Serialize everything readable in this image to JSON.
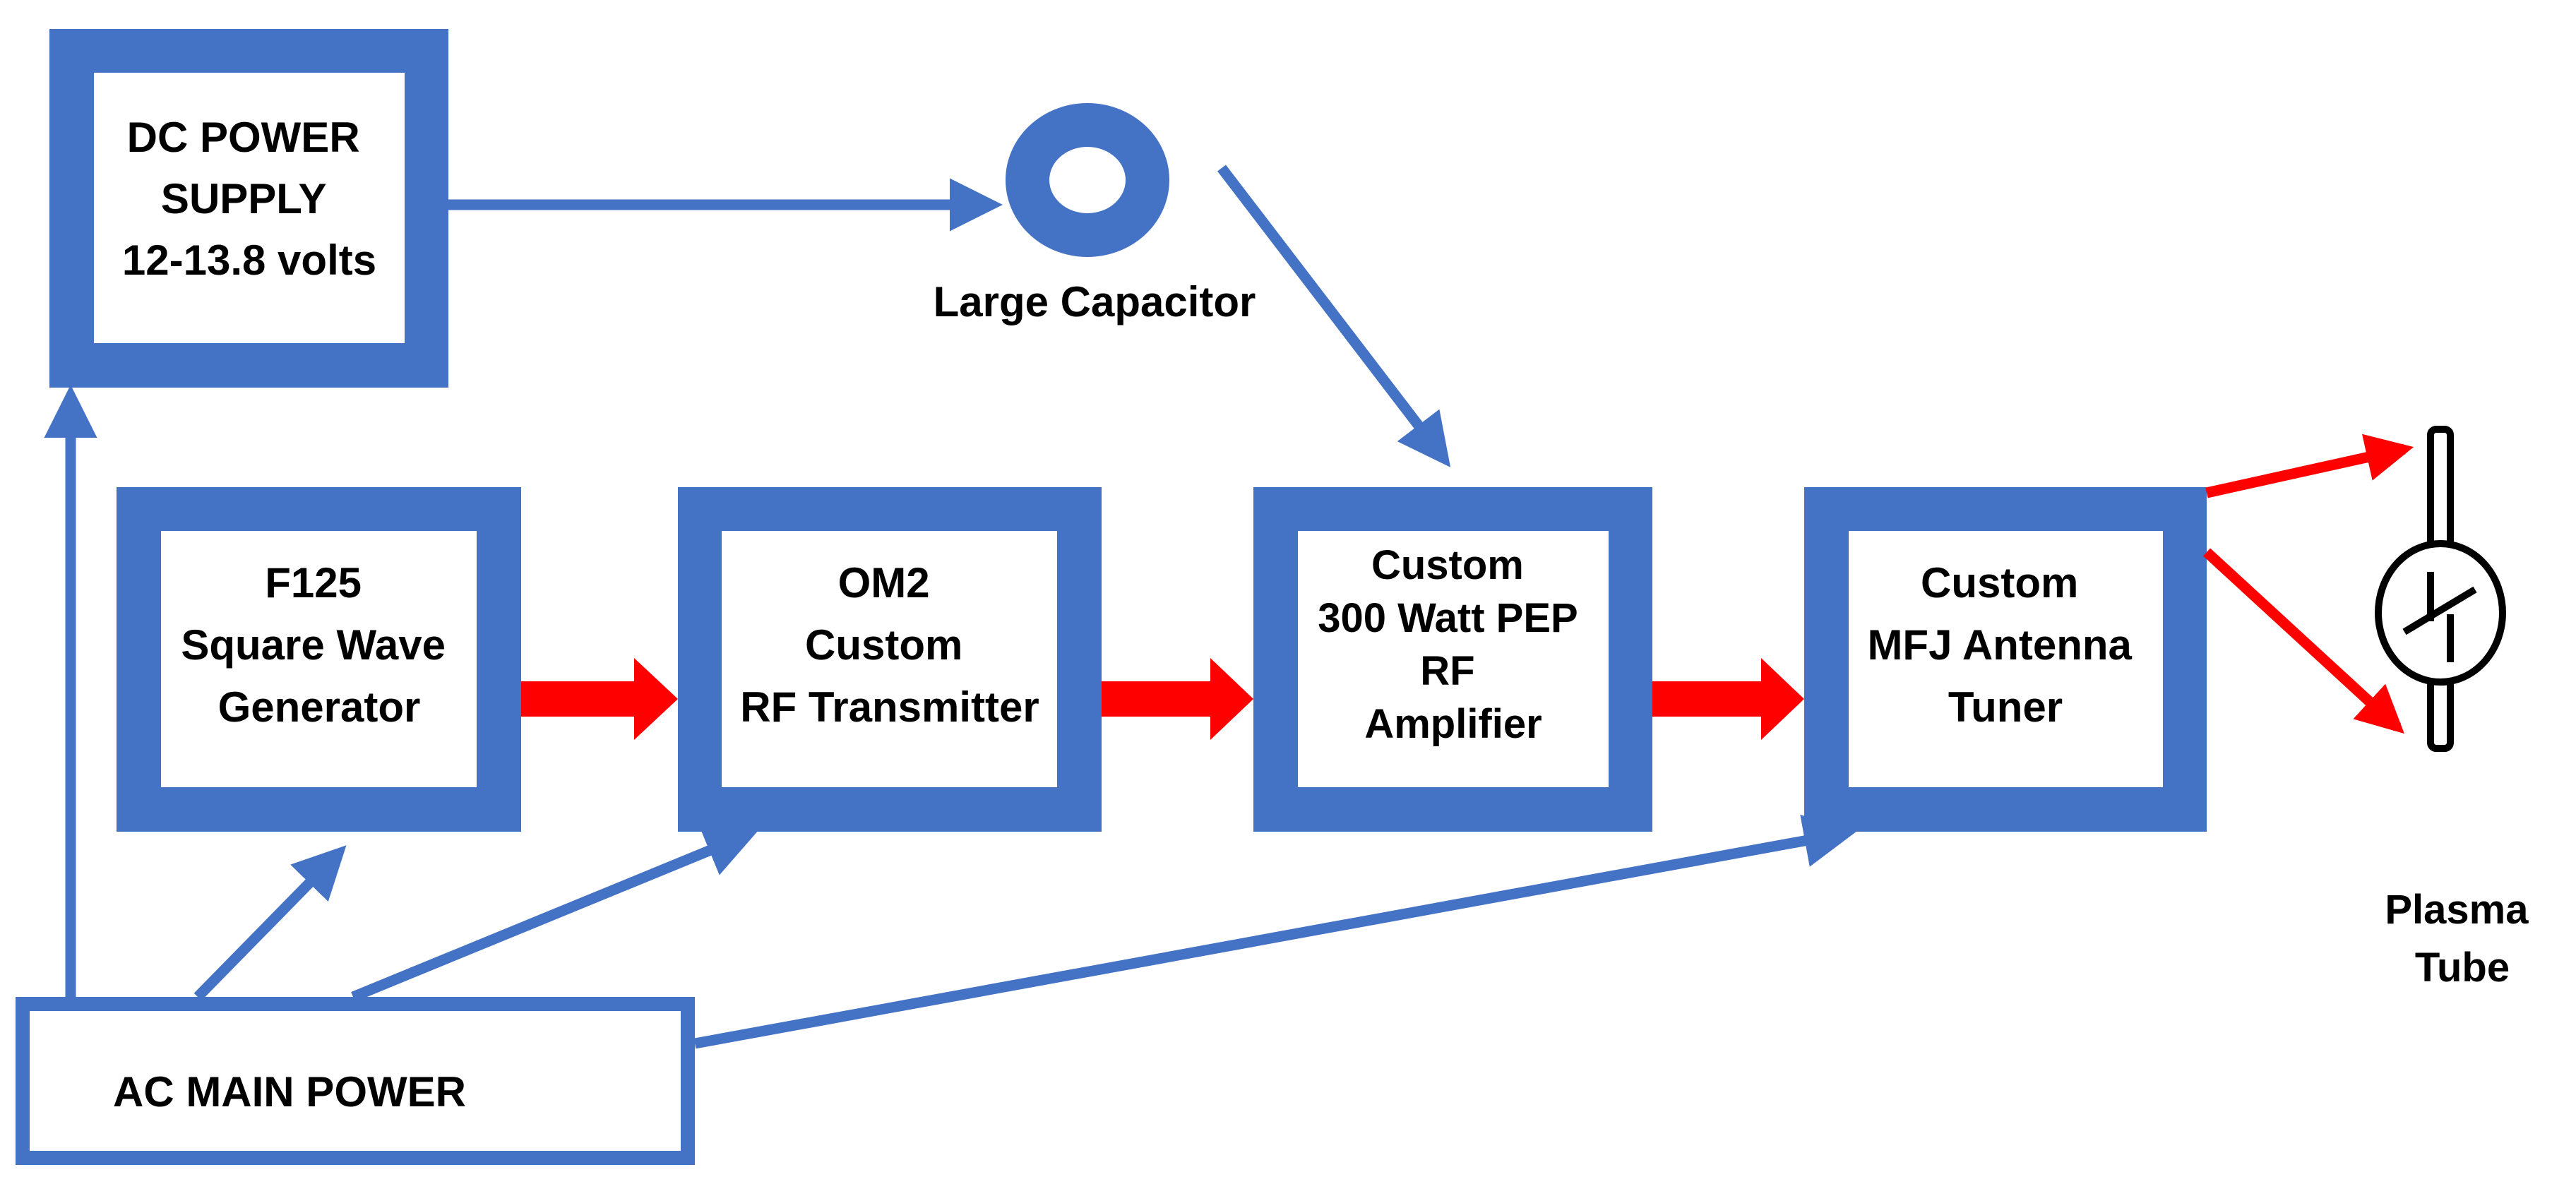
{
  "colors": {
    "box_border": "#4472C4",
    "box_fill": "#ffffff",
    "connector": "#4472C4",
    "rf_arrow": "#FF0000",
    "text": "#000000"
  },
  "blocks": {
    "dc_power_supply": {
      "lines": [
        "DC POWER",
        "SUPPLY",
        "12-13.8 volts"
      ]
    },
    "f125": {
      "lines": [
        "F125",
        "Square Wave",
        "Generator"
      ]
    },
    "om2": {
      "lines": [
        "OM2",
        "Custom",
        "RF Transmitter"
      ]
    },
    "amplifier": {
      "lines": [
        "Custom",
        "300 Watt PEP",
        "RF",
        "Amplifier"
      ]
    },
    "tuner": {
      "lines": [
        "Custom",
        "MFJ Antenna",
        "Tuner"
      ]
    },
    "ac_main_power": {
      "lines": [
        "AC MAIN POWER"
      ]
    }
  },
  "components": {
    "large_capacitor": {
      "label": "Large Capacitor"
    },
    "plasma_tube": {
      "lines": [
        "Plasma",
        "Tube"
      ]
    }
  },
  "connections": [
    {
      "from": "AC MAIN POWER",
      "to": "DC POWER SUPPLY",
      "kind": "power"
    },
    {
      "from": "AC MAIN POWER",
      "to": "F125 Square Wave Generator",
      "kind": "power"
    },
    {
      "from": "AC MAIN POWER",
      "to": "OM2 Custom RF Transmitter",
      "kind": "power"
    },
    {
      "from": "AC MAIN POWER",
      "to": "Custom MFJ Antenna Tuner",
      "kind": "power"
    },
    {
      "from": "DC POWER SUPPLY",
      "to": "Large Capacitor",
      "kind": "power"
    },
    {
      "from": "Large Capacitor",
      "to": "Custom 300 Watt PEP RF Amplifier",
      "kind": "power"
    },
    {
      "from": "F125 Square Wave Generator",
      "to": "OM2 Custom RF Transmitter",
      "kind": "rf"
    },
    {
      "from": "OM2 Custom RF Transmitter",
      "to": "Custom 300 Watt PEP RF Amplifier",
      "kind": "rf"
    },
    {
      "from": "Custom 300 Watt PEP RF Amplifier",
      "to": "Custom MFJ Antenna Tuner",
      "kind": "rf"
    },
    {
      "from": "Custom MFJ Antenna Tuner",
      "to": "Plasma Tube",
      "kind": "rf"
    },
    {
      "from": "Custom MFJ Antenna Tuner",
      "to": "Plasma Tube",
      "kind": "rf"
    }
  ]
}
